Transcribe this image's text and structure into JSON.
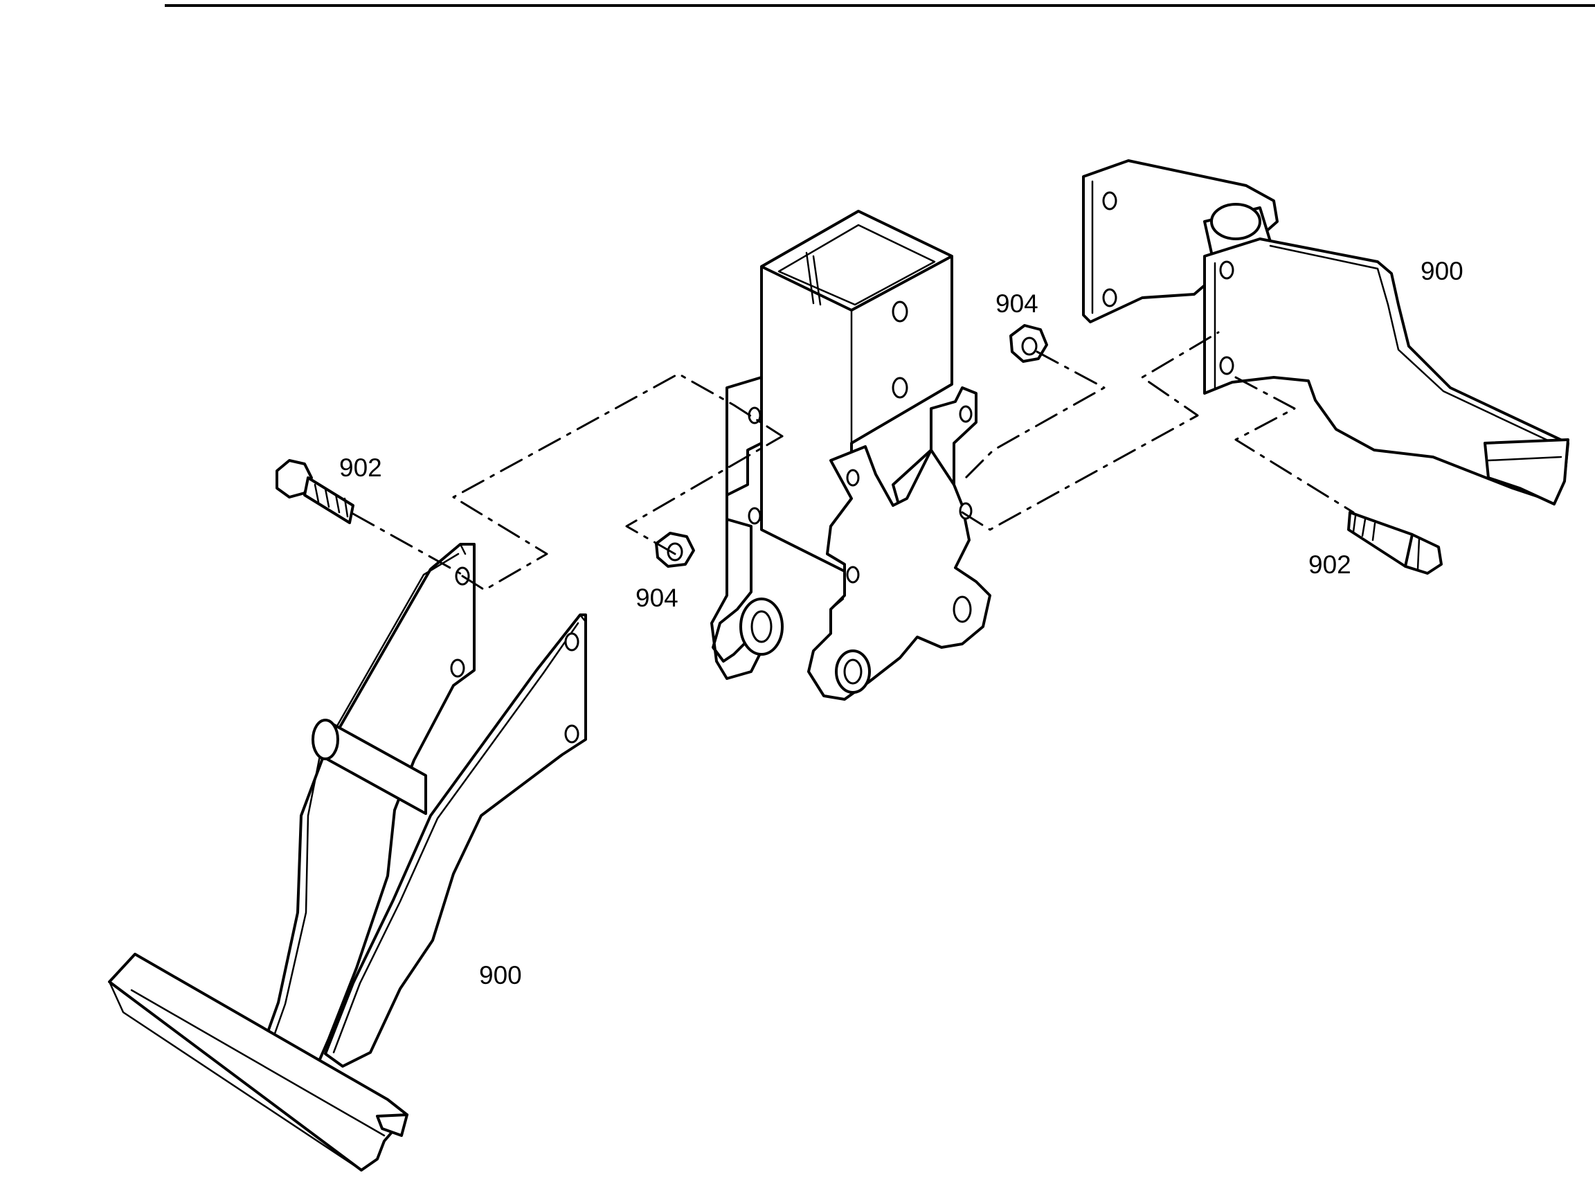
{
  "callouts": {
    "bolt_left": "902",
    "bolt_right": "902",
    "nut_left": "904",
    "nut_right": "904",
    "handle_left": "900",
    "handle_right": "900"
  }
}
